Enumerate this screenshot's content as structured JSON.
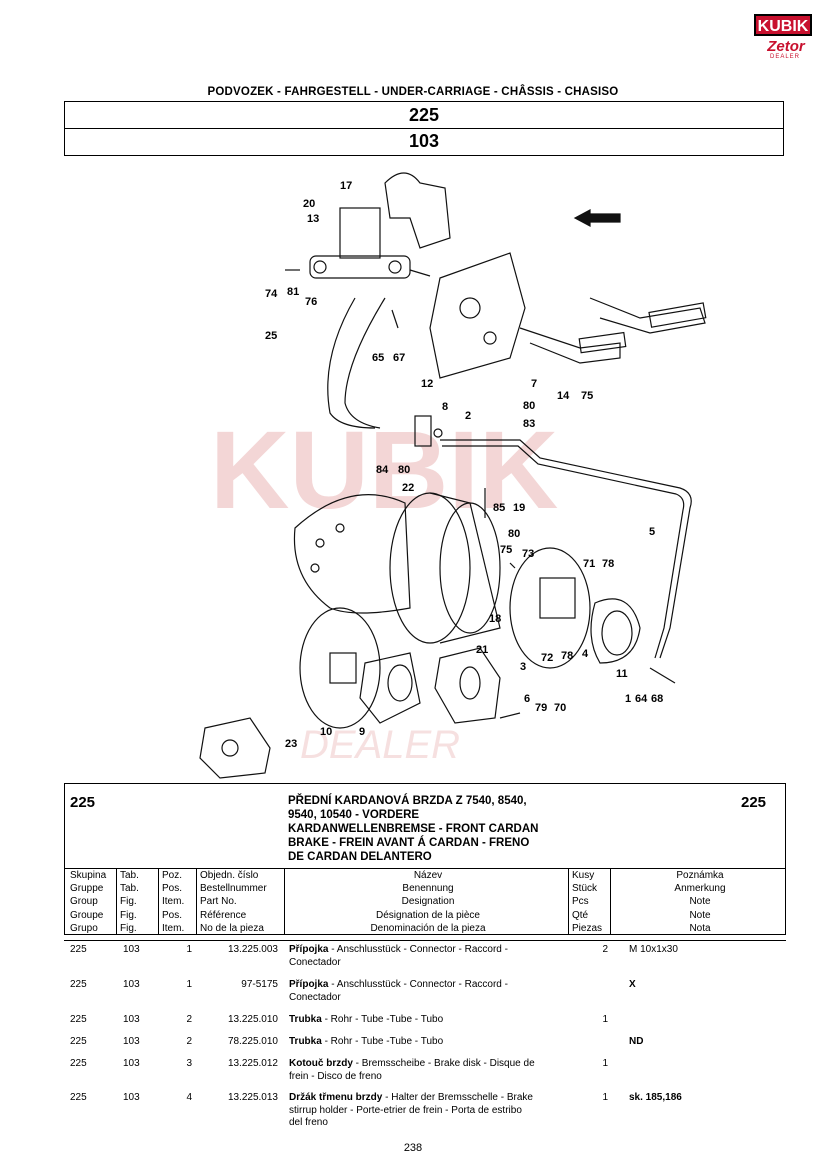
{
  "logo": {
    "brand": "KUBIK",
    "zetor": "Zetor",
    "dealer": "DEALER"
  },
  "page_title": "PODVOZEK - FAHRGESTELL - UNDER-CARRIAGE - CHÂSSIS - CHASISO",
  "group_code": "225",
  "table_code": "103",
  "callouts": [
    {
      "id": "c17",
      "text": "17"
    },
    {
      "id": "c20",
      "text": "20"
    },
    {
      "id": "c13",
      "text": "13"
    },
    {
      "id": "c74",
      "text": "74"
    },
    {
      "id": "c81",
      "text": "81"
    },
    {
      "id": "c76",
      "text": "76"
    },
    {
      "id": "c25",
      "text": "25"
    },
    {
      "id": "c65",
      "text": "65"
    },
    {
      "id": "c67",
      "text": "67"
    },
    {
      "id": "c12",
      "text": "12"
    },
    {
      "id": "c8",
      "text": "8"
    },
    {
      "id": "c2",
      "text": "2"
    },
    {
      "id": "c7",
      "text": "7"
    },
    {
      "id": "c80a",
      "text": "80"
    },
    {
      "id": "c14",
      "text": "14"
    },
    {
      "id": "c75a",
      "text": "75"
    },
    {
      "id": "c83",
      "text": "83"
    },
    {
      "id": "c84",
      "text": "84"
    },
    {
      "id": "c80b",
      "text": "80"
    },
    {
      "id": "c22",
      "text": "22"
    },
    {
      "id": "c85",
      "text": "85"
    },
    {
      "id": "c19",
      "text": "19"
    },
    {
      "id": "c80c",
      "text": "80"
    },
    {
      "id": "c75b",
      "text": "75"
    },
    {
      "id": "c73",
      "text": "73"
    },
    {
      "id": "c5",
      "text": "5"
    },
    {
      "id": "c71",
      "text": "71"
    },
    {
      "id": "c78a",
      "text": "78"
    },
    {
      "id": "c18",
      "text": "18"
    },
    {
      "id": "c21",
      "text": "21"
    },
    {
      "id": "c3",
      "text": "3"
    },
    {
      "id": "c72",
      "text": "72"
    },
    {
      "id": "c78b",
      "text": "78"
    },
    {
      "id": "c4",
      "text": "4"
    },
    {
      "id": "c11",
      "text": "11"
    },
    {
      "id": "c1",
      "text": "1"
    },
    {
      "id": "c64",
      "text": "64"
    },
    {
      "id": "c68",
      "text": "68"
    },
    {
      "id": "c6",
      "text": "6"
    },
    {
      "id": "c79",
      "text": "79"
    },
    {
      "id": "c70",
      "text": "70"
    },
    {
      "id": "c10",
      "text": "10"
    },
    {
      "id": "c9",
      "text": "9"
    },
    {
      "id": "c23",
      "text": "23"
    }
  ],
  "section": {
    "group_left": "225",
    "group_right": "225",
    "title_lines": [
      "PŘEDNÍ KARDANOVÁ BRZDA Z 7540, 8540,",
      "9540, 10540 - VORDERE",
      "KARDANWELLENBREMSE - FRONT CARDAN",
      "BRAKE - FREIN AVANT Á CARDAN - FRENO",
      "DE CARDAN DELANTERO"
    ]
  },
  "columns": {
    "skupina": [
      "Skupina",
      "Gruppe",
      "Group",
      "Groupe",
      "Grupo"
    ],
    "tab": [
      "Tab.",
      "Tab.",
      "Fig.",
      "Fig.",
      "Fig."
    ],
    "poz": [
      "Poz.",
      "Pos.",
      "Item.",
      "Pos.",
      "Item."
    ],
    "objedn": [
      "Objedn. číslo",
      "Bestellnummer",
      "Part No.",
      "Référence",
      "No de la pieza"
    ],
    "nazev": [
      "Název",
      "Benennung",
      "Designation",
      "Désignation de la pièce",
      "Denominación de la pieza"
    ],
    "kusy": [
      "Kusy",
      "Stück",
      "Pcs",
      "Qté",
      "Piezas"
    ],
    "poznamka": [
      "Poznámka",
      "Anmerkung",
      "Note",
      "Note",
      "Nota"
    ]
  },
  "rows": [
    {
      "skupina": "225",
      "tab": "103",
      "poz": "1",
      "part_no": "13.225.003",
      "name_bold": "Přípojka",
      "name_rest": " - Anschlusstück - Connector - Raccord -",
      "name_line2": "Conectador",
      "qty": "2",
      "note": "M 10x1x30",
      "note_bold": false
    },
    {
      "skupina": "225",
      "tab": "103",
      "poz": "1",
      "part_no": "97-5175",
      "name_bold": "Přípojka",
      "name_rest": " - Anschlusstück - Connector - Raccord -",
      "name_line2": "Conectador",
      "qty": "",
      "note": "X",
      "note_bold": true
    },
    {
      "skupina": "225",
      "tab": "103",
      "poz": "2",
      "part_no": "13.225.010",
      "name_bold": "Trubka",
      "name_rest": " -  Rohr - Tube -Tube - Tubo",
      "name_line2": "",
      "qty": "1",
      "note": "",
      "note_bold": false
    },
    {
      "skupina": "225",
      "tab": "103",
      "poz": "2",
      "part_no": "78.225.010",
      "name_bold": "Trubka",
      "name_rest": " -  Rohr - Tube -Tube - Tubo",
      "name_line2": "",
      "qty": "",
      "note": "ND",
      "note_bold": true
    },
    {
      "skupina": "225",
      "tab": "103",
      "poz": "3",
      "part_no": "13.225.012",
      "name_bold": "Kotouč brzdy",
      "name_rest": " - Bremsscheibe - Brake disk - Disque de",
      "name_line2": "frein - Disco de freno",
      "qty": "1",
      "note": "",
      "note_bold": false
    },
    {
      "skupina": "225",
      "tab": "103",
      "poz": "4",
      "part_no": "13.225.013",
      "name_bold": "Držák třmenu brzdy",
      "name_rest": " - Halter der Bremsschelle - Brake",
      "name_line2": "stirrup holder - Porte-etrier de frein - Porta de estribo",
      "name_line3": "del freno",
      "qty": "1",
      "note": "sk. 185,186",
      "note_bold": true
    }
  ],
  "page_number": "238"
}
